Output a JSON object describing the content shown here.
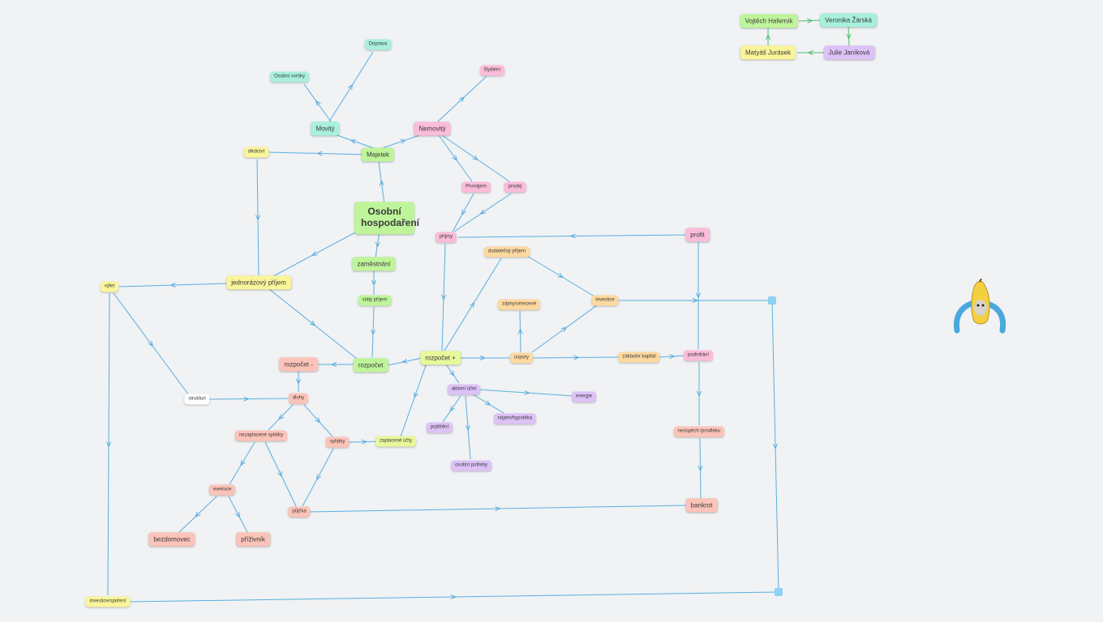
{
  "colors": {
    "edge": "#5aaee0",
    "edge_green": "#4fbf6a"
  },
  "nodes": {
    "osobni": {
      "label": "Osobní hospodaření",
      "color": "green",
      "size": "s4"
    },
    "majetek": {
      "label": "Majetek",
      "color": "green",
      "size": "s2"
    },
    "movity": {
      "label": "Movitý",
      "color": "teal",
      "size": "s2"
    },
    "nemovity": {
      "label": "Nemovitý",
      "color": "pink",
      "size": "s2"
    },
    "osobni_sv": {
      "label": "Osobní svršky",
      "color": "teal",
      "size": "s1"
    },
    "doprava": {
      "label": "Doprava",
      "color": "teal",
      "size": "s1"
    },
    "bydleni": {
      "label": "Bydlení",
      "color": "pink",
      "size": "s1"
    },
    "dedictvi": {
      "label": "dědictví",
      "color": "yellow",
      "size": "s1"
    },
    "pronajem": {
      "label": "Pronájem",
      "color": "pink",
      "size": "s1"
    },
    "prodej": {
      "label": "prodej",
      "color": "pink",
      "size": "s1"
    },
    "prijmy": {
      "label": "příjmy",
      "color": "pink",
      "size": "s1"
    },
    "profit": {
      "label": "profit",
      "color": "pink",
      "size": "s2"
    },
    "zamestnani": {
      "label": "zaměstnání",
      "color": "green",
      "size": "s2"
    },
    "staly": {
      "label": "stálý příjem",
      "color": "green",
      "size": "s1"
    },
    "jednor": {
      "label": "jednorázový příjem",
      "color": "yellow",
      "size": "s2"
    },
    "vylet": {
      "label": "výlet",
      "color": "yellow",
      "size": "s1"
    },
    "dodatecny": {
      "label": "dodatečný příjem",
      "color": "orange",
      "size": "s1"
    },
    "investice": {
      "label": "investice",
      "color": "orange",
      "size": "s1"
    },
    "zajmy": {
      "label": "zájmy/omezené",
      "color": "orange",
      "size": "s1"
    },
    "rozpocet": {
      "label": "rozpočet",
      "color": "green",
      "size": "s2"
    },
    "rozp_minus": {
      "label": "rozpočet -",
      "color": "salmon",
      "size": "s2"
    },
    "rozp_plus": {
      "label": "rozpočet +",
      "color": "ylgreen",
      "size": "s2"
    },
    "uspory": {
      "label": "úspory",
      "color": "orange",
      "size": "s1"
    },
    "zakladni": {
      "label": "základní kapitál",
      "color": "orange",
      "size": "s1"
    },
    "podnikani": {
      "label": "podnikání",
      "color": "pink",
      "size": "s1"
    },
    "neuspech": {
      "label": "neúspěch /prodleku",
      "color": "salmon",
      "size": "s1"
    },
    "bankrot": {
      "label": "bankrot",
      "color": "salmon",
      "size": "s2"
    },
    "strukturi": {
      "label": "strukturi",
      "color": "white",
      "size": "s1"
    },
    "dluhy": {
      "label": "dluhy",
      "color": "salmon",
      "size": "s1"
    },
    "nezaplacene": {
      "label": "nezaplacené splátky",
      "color": "salmon",
      "size": "s1"
    },
    "splatky": {
      "label": "splátky",
      "color": "salmon",
      "size": "s1"
    },
    "zaplacene": {
      "label": "zaplacené účty",
      "color": "ylgreen",
      "size": "s1"
    },
    "exekuce": {
      "label": "exekuce",
      "color": "salmon",
      "size": "s1"
    },
    "bezdomovec": {
      "label": "bezdomovec",
      "color": "salmon",
      "size": "s2"
    },
    "prizivnik": {
      "label": "příživník",
      "color": "salmon",
      "size": "s2"
    },
    "pujcka": {
      "label": "půjčka",
      "color": "salmon",
      "size": "s1"
    },
    "aktivni": {
      "label": "aktivní účet",
      "color": "purple",
      "size": "s1"
    },
    "energie": {
      "label": "energie",
      "color": "purple",
      "size": "s1"
    },
    "najem": {
      "label": "nájem/hypotéka",
      "color": "purple",
      "size": "s1"
    },
    "pojisteni": {
      "label": "pojištění",
      "color": "purple",
      "size": "s1"
    },
    "osobni_potr": {
      "label": "osobní potřeby",
      "color": "purple",
      "size": "s1"
    },
    "investice2": {
      "label": "investice/spoření",
      "color": "yellow",
      "size": "s1"
    },
    "vojtech": {
      "label": "Vojtěch Haferník",
      "color": "green",
      "size": "s2"
    },
    "veronika": {
      "label": "Veronika Žárská",
      "color": "teal",
      "size": "s2"
    },
    "matyas": {
      "label": "Matyáš Jurásek",
      "color": "yellow",
      "size": "s2"
    },
    "julie": {
      "label": "Julie Janíková",
      "color": "purple",
      "size": "s2"
    }
  }
}
